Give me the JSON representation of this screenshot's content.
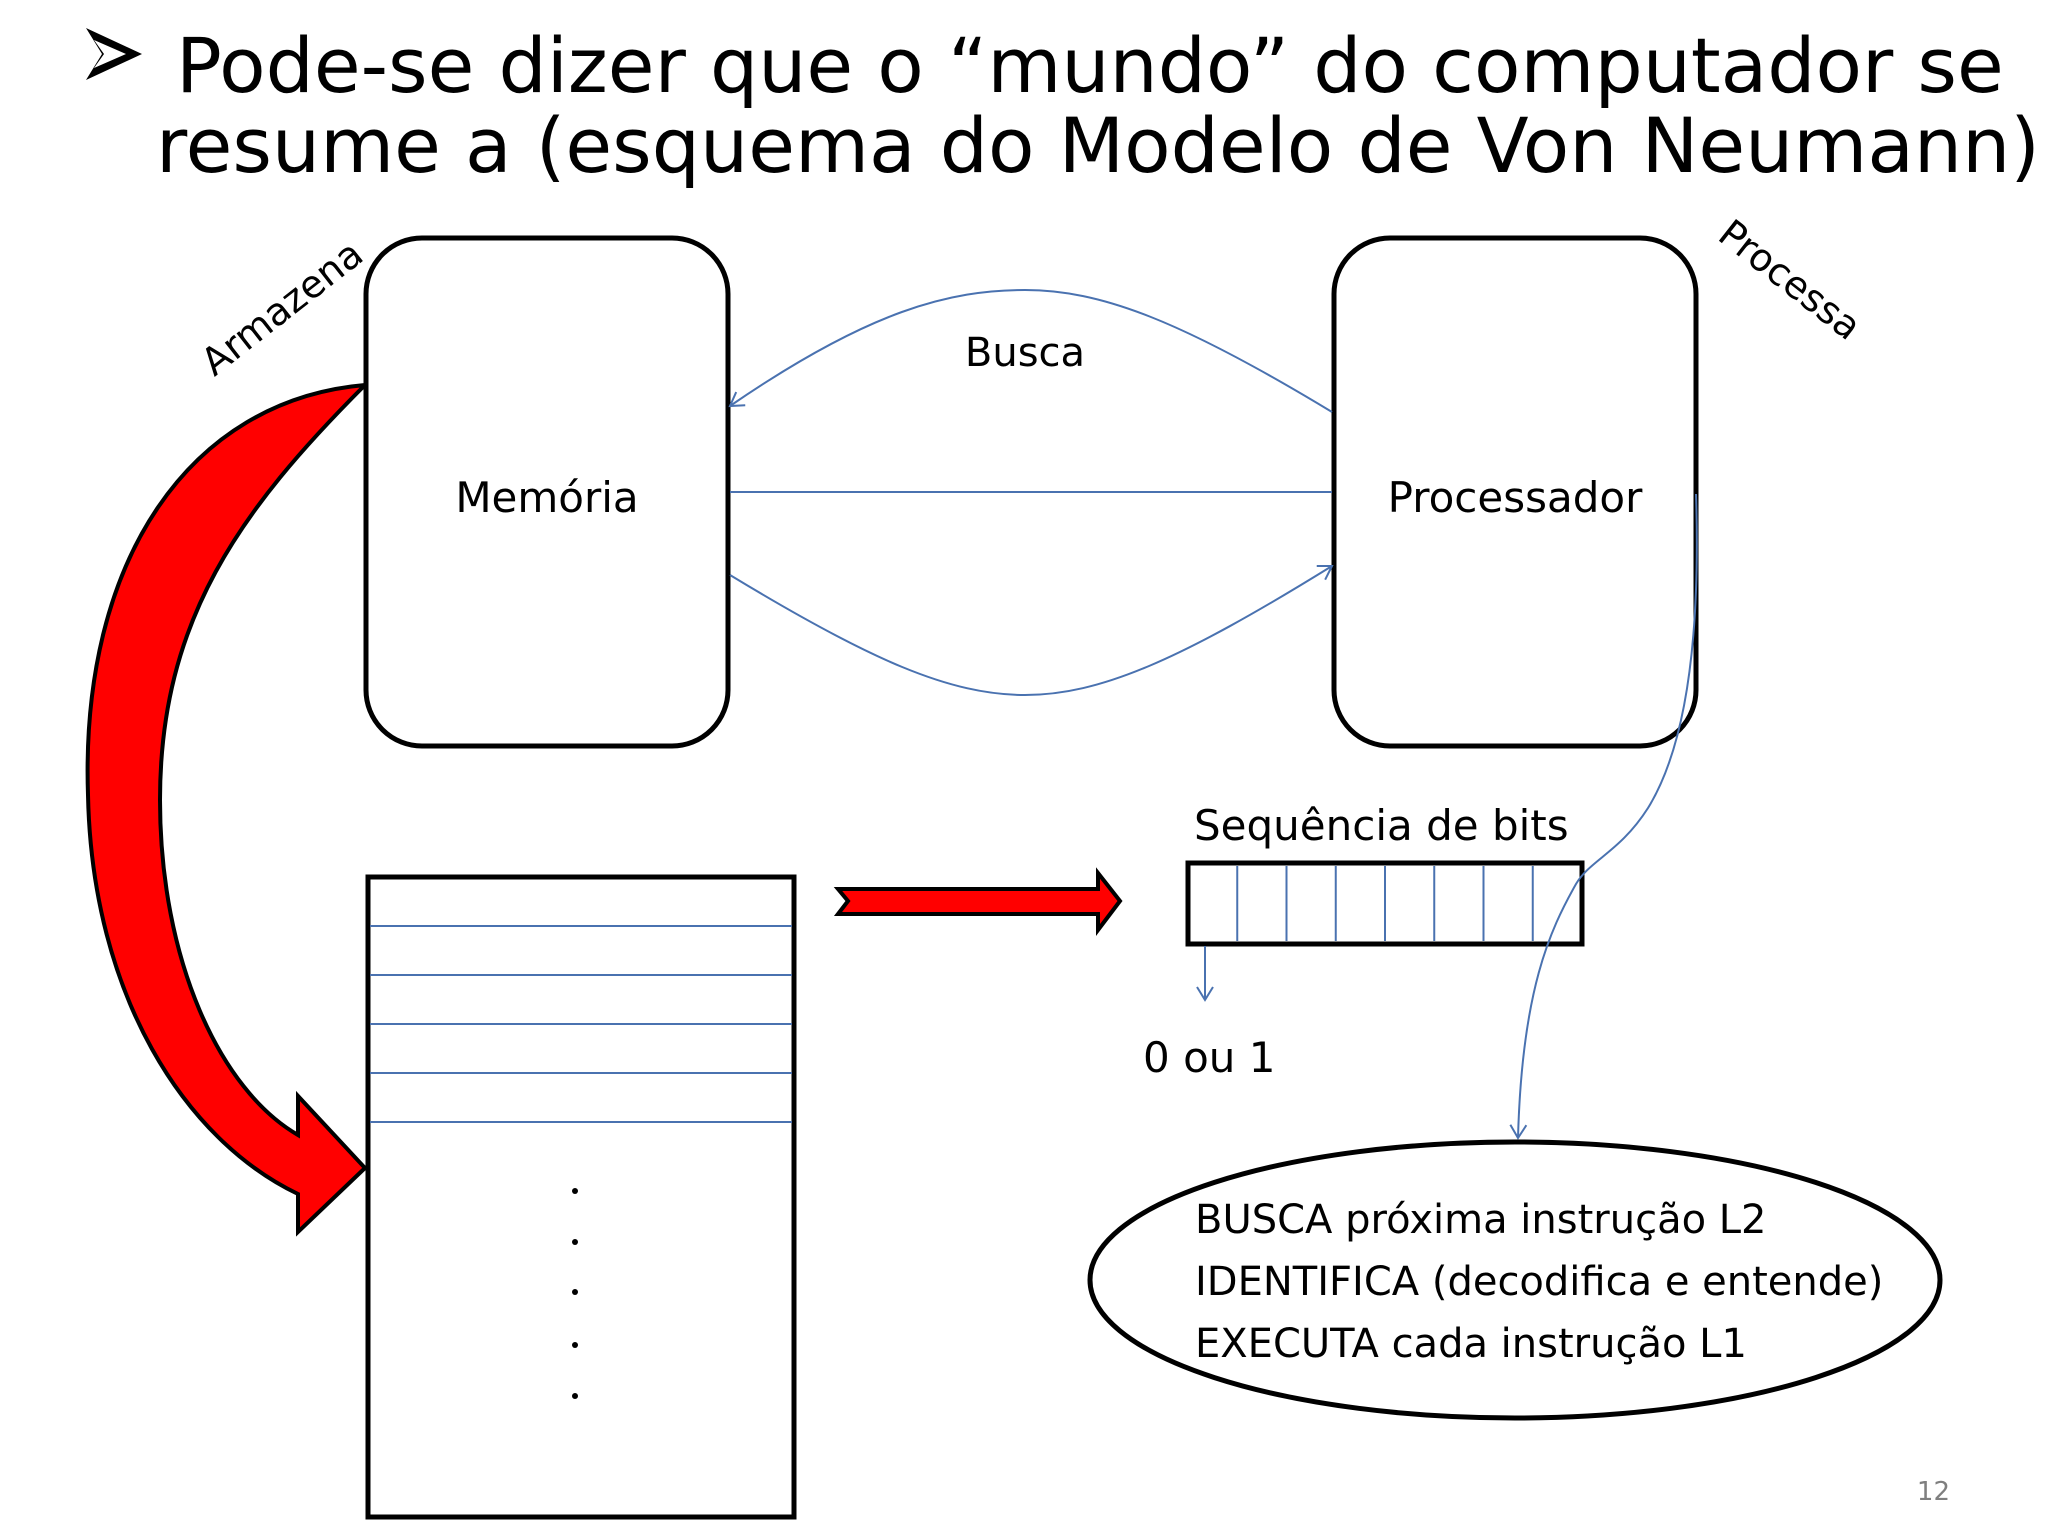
{
  "slide": {
    "heading_line1": "Pode-se dizer que o “mundo” do computador se",
    "heading_line2": "resume a (esquema do Modelo de Von Neumann):",
    "page_number": "12"
  },
  "diagram": {
    "memory_label": "Memória",
    "processor_label": "Processador",
    "fetch_label": "Busca",
    "stores_label": "Armazena",
    "processes_label": "Processa",
    "bits_label": "Sequência de bits",
    "bit_value_label": "0 ou 1",
    "cycle_lines": [
      "BUSCA próxima instrução L2",
      "IDENTIFICA (decodifica e entende)",
      "EXECUTA cada instrução L1"
    ],
    "bit_cells": 8,
    "memory_rows": 5
  },
  "colors": {
    "accent_red": "#ff0000",
    "connector_blue": "#4a72b0",
    "stroke": "#000000"
  }
}
